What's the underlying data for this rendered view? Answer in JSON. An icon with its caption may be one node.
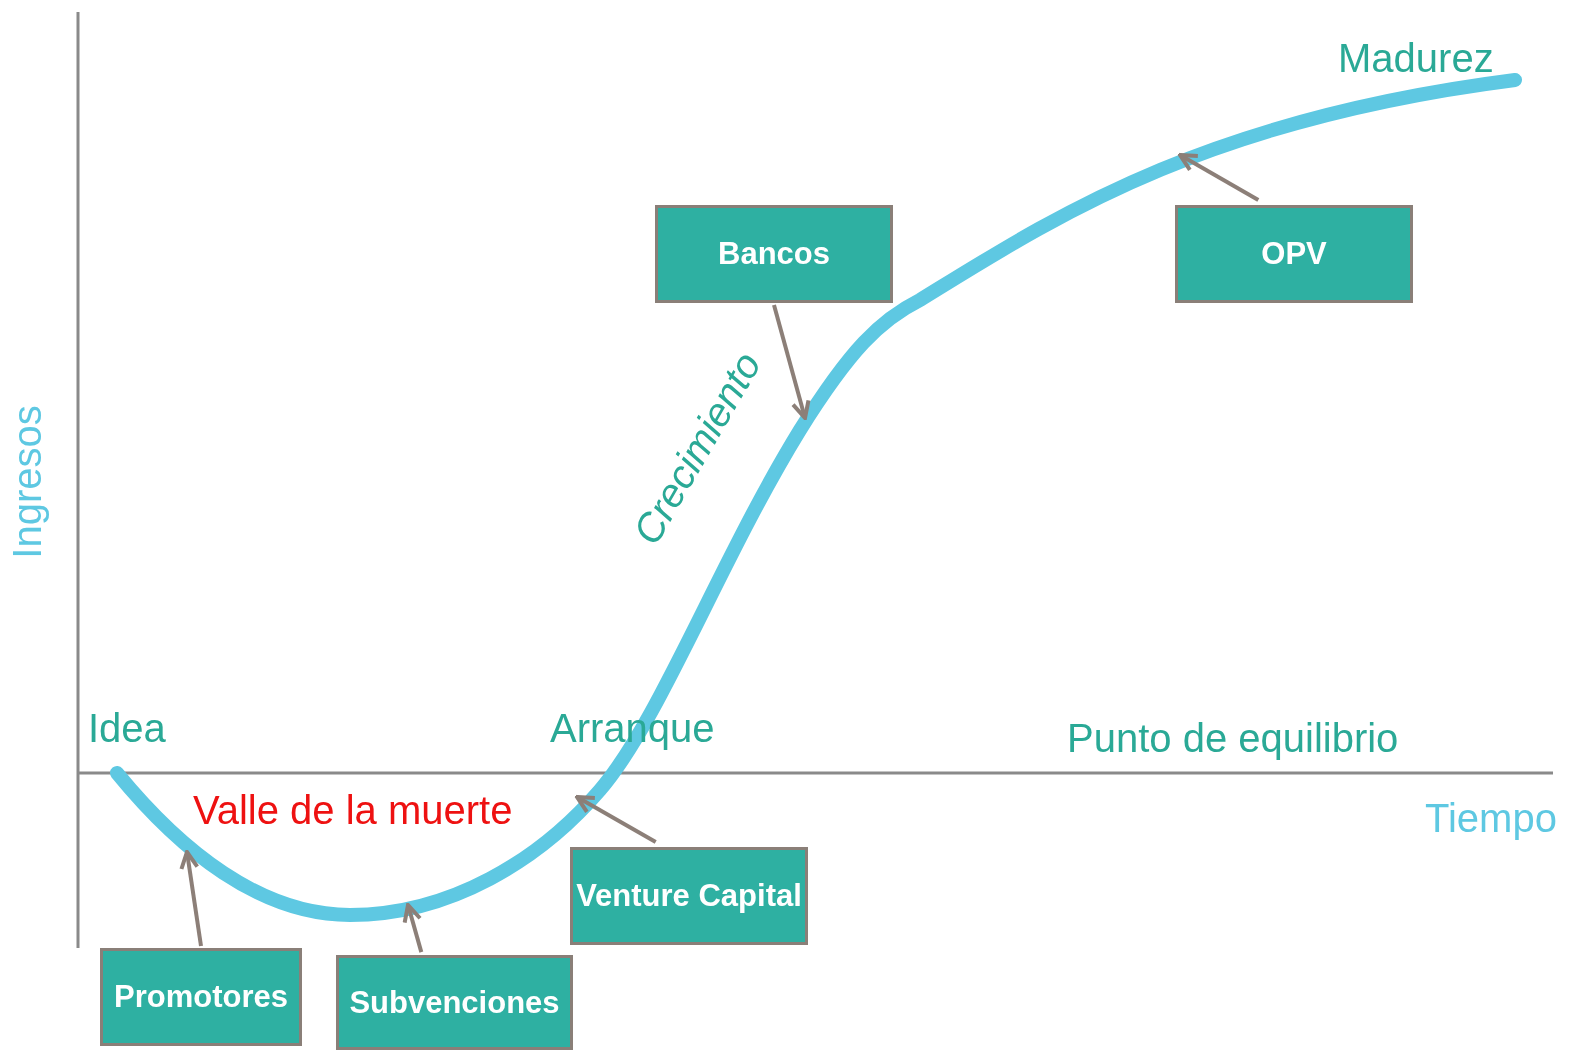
{
  "diagram": {
    "nodes": [
      {
        "text": [
          "Bancos"
        ]
      },
      {
        "text": [
          "OPV"
        ]
      },
      {
        "text": [
          "Venture Capital"
        ]
      },
      {
        "text": [
          "Promotores"
        ]
      },
      {
        "text": [
          "Subvenciones"
        ]
      }
    ],
    "edges": [
      {
        "from": 0,
        "to": null,
        "arrow": "to"
      },
      {
        "from": 1,
        "to": null,
        "arrow": "to"
      },
      {
        "from": 2,
        "to": null,
        "arrow": "to"
      },
      {
        "from": 3,
        "to": null,
        "arrow": "to"
      },
      {
        "from": 4,
        "to": null,
        "arrow": "to"
      }
    ],
    "labels": [
      "Madurez",
      "Ingresos",
      "Crecimiento",
      "Idea",
      "Arranque",
      "Punto de equilibrio",
      "Valle de la muerte",
      "Tiempo"
    ]
  }
}
